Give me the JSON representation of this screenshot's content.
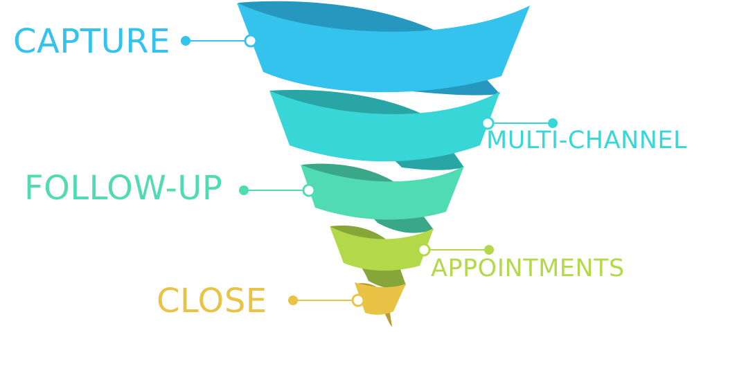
{
  "stages": [
    {
      "id": "capture",
      "label": "CAPTURE",
      "color": "#33c3ec",
      "dark_color": "#2698c0"
    },
    {
      "id": "multichannel",
      "label": "MULTI-CHANNEL",
      "color": "#38d6d6",
      "dark_color": "#29a5a6"
    },
    {
      "id": "followup",
      "label": "FOLLOW-UP",
      "color": "#51dbb3",
      "dark_color": "#3aa888"
    },
    {
      "id": "appointments",
      "label": "APPOINTMENTS",
      "color": "#b3d94a",
      "dark_color": "#86a63a"
    },
    {
      "id": "close",
      "label": "CLOSE",
      "color": "#e9c346",
      "dark_color": "#b89a38"
    }
  ],
  "background": "#ffffff"
}
